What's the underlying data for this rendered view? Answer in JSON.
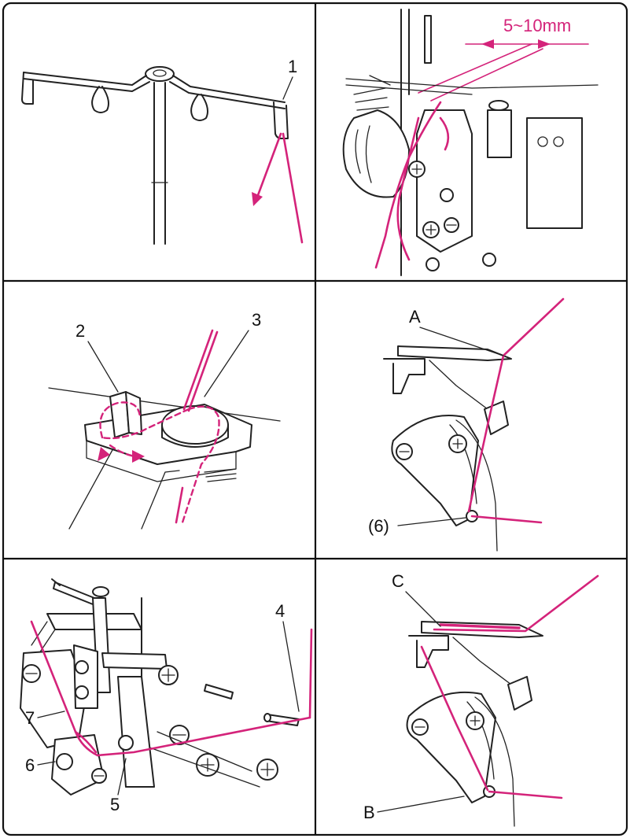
{
  "colors": {
    "thread": "#d4237a",
    "line": "#222222",
    "border": "#111111"
  },
  "panels": [
    {
      "id": "top-left",
      "labels": [
        "1"
      ]
    },
    {
      "id": "top-right",
      "labels": [
        "5~10mm"
      ]
    },
    {
      "id": "middle-left",
      "labels": [
        "2",
        "3"
      ]
    },
    {
      "id": "middle-right",
      "labels": [
        "A",
        "(6)"
      ]
    },
    {
      "id": "bottom-left",
      "labels": [
        "4",
        "7",
        "6",
        "5"
      ]
    },
    {
      "id": "bottom-right",
      "labels": [
        "C",
        "B"
      ]
    }
  ]
}
